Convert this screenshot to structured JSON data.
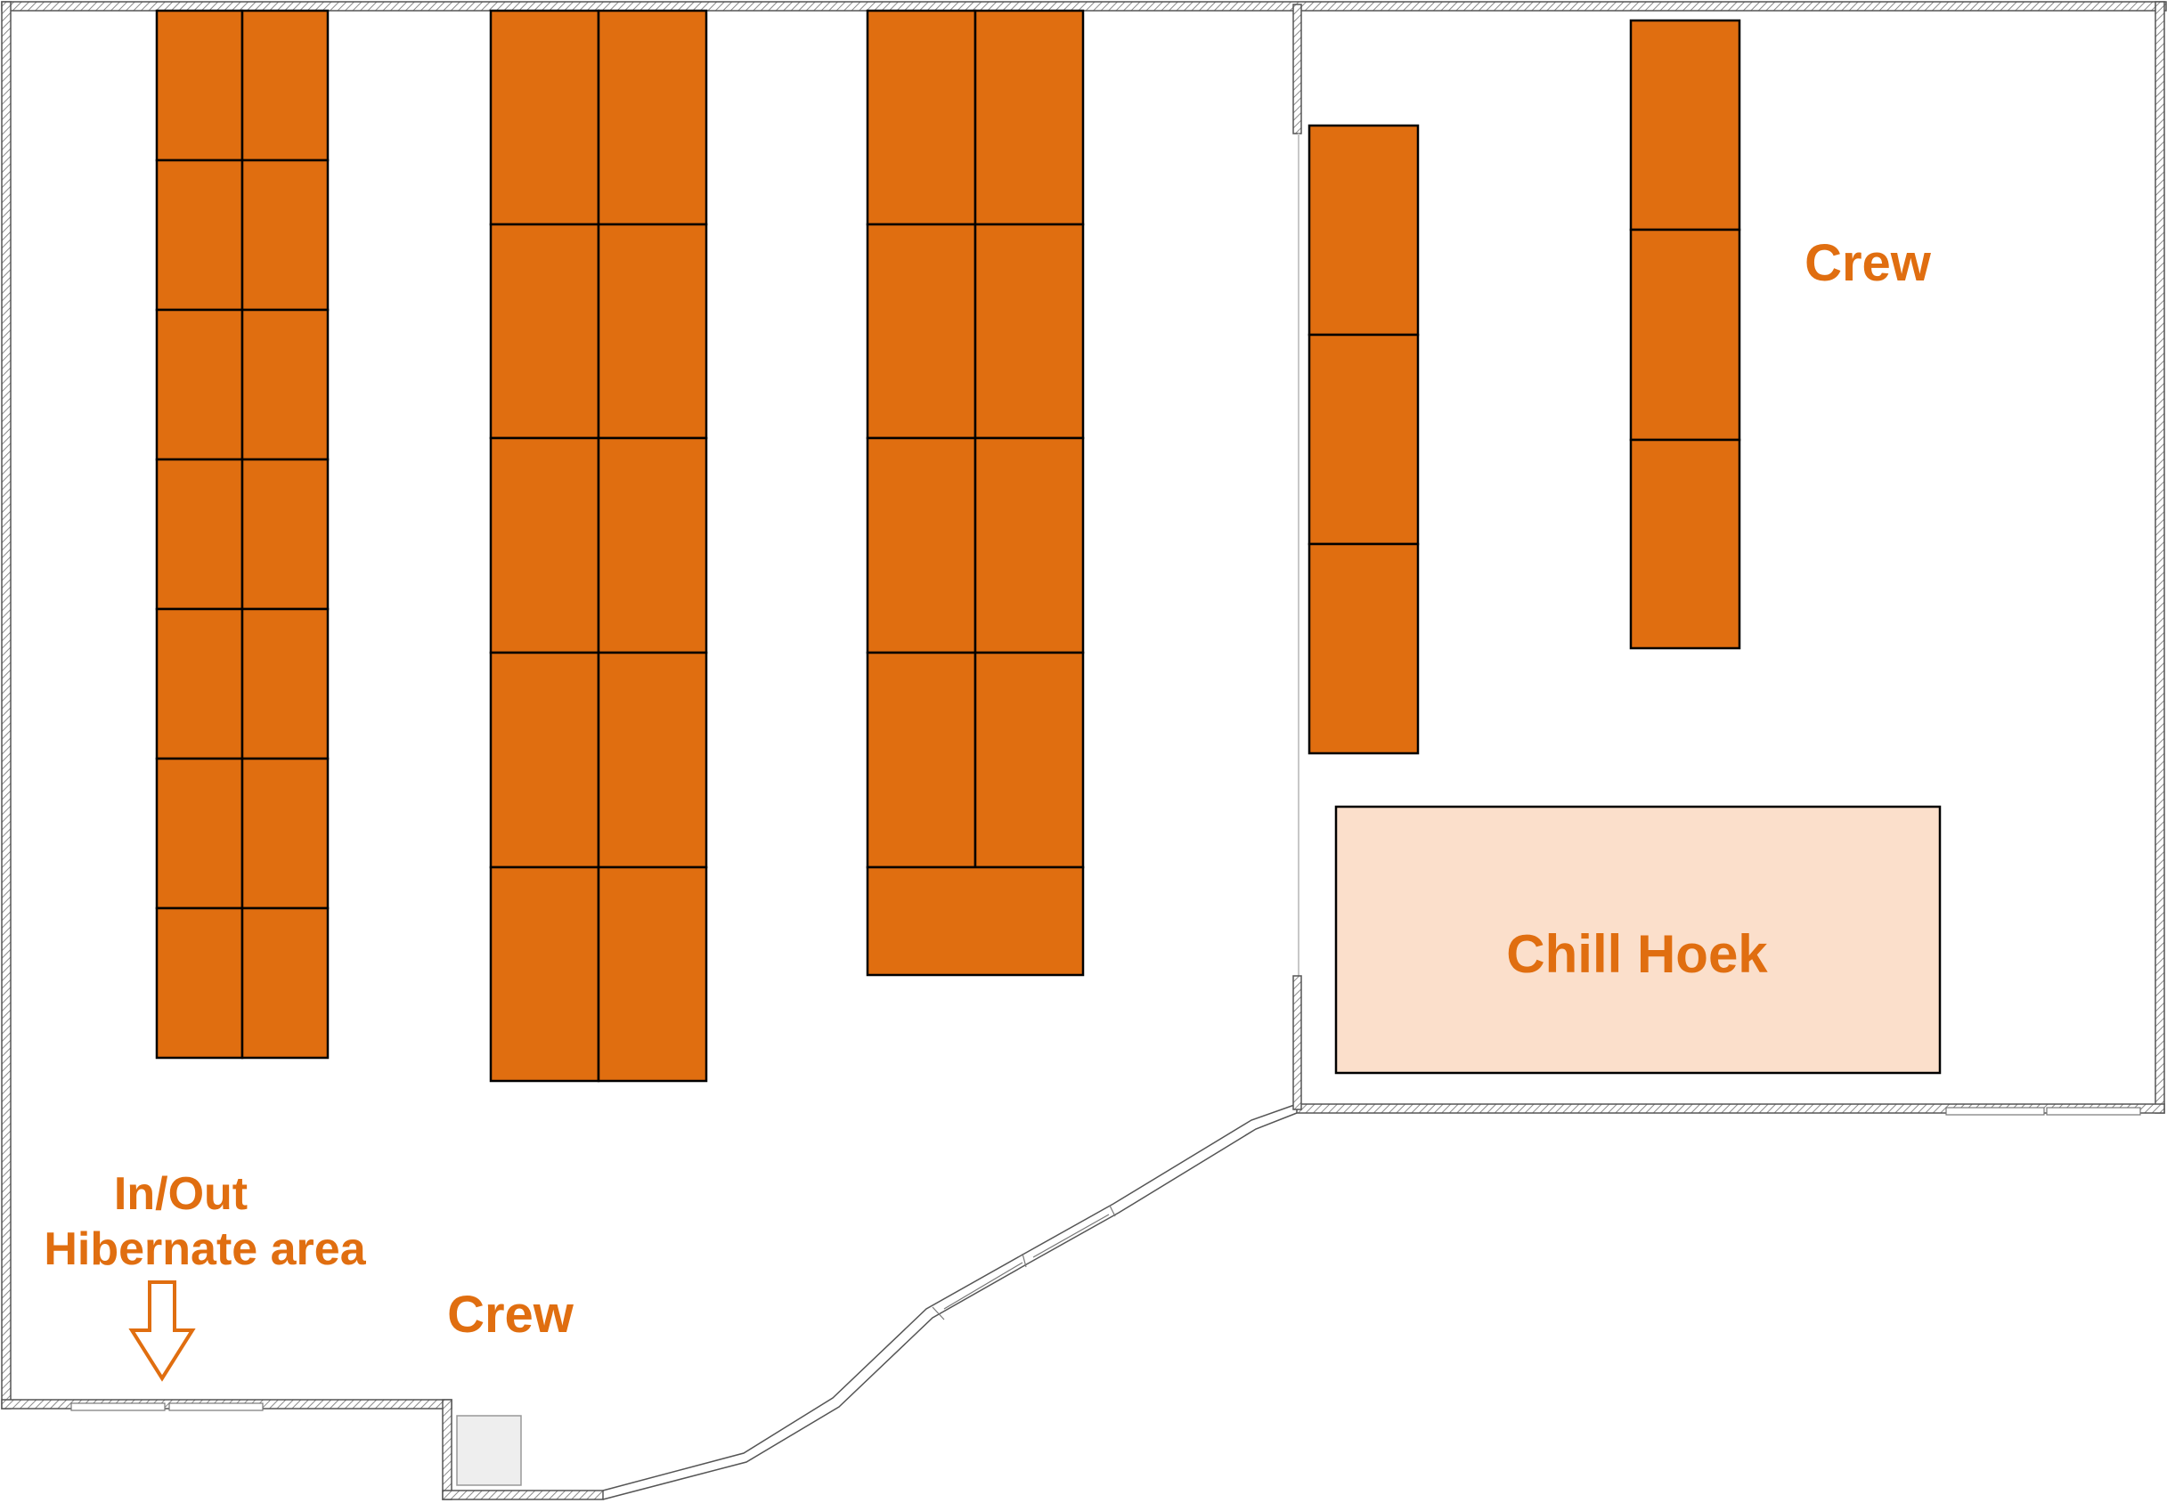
{
  "labels": {
    "crew_top": "Crew",
    "crew_bottom": "Crew",
    "chill_area": "Chill Hoek",
    "entrance_line1": "In/Out",
    "entrance_line2": "Hibernate area"
  },
  "colors": {
    "rack_fill": "#E06E10",
    "rack_stroke": "#000000",
    "label_text": "#E06E10",
    "chill_fill": "#FBDFCB",
    "wall_stroke": "#555555",
    "wall_hatch": "#888888",
    "background": "#FFFFFF"
  },
  "icons": {
    "entrance_arrow": "down-arrow-outline-icon",
    "wall_box": "square-icon"
  }
}
